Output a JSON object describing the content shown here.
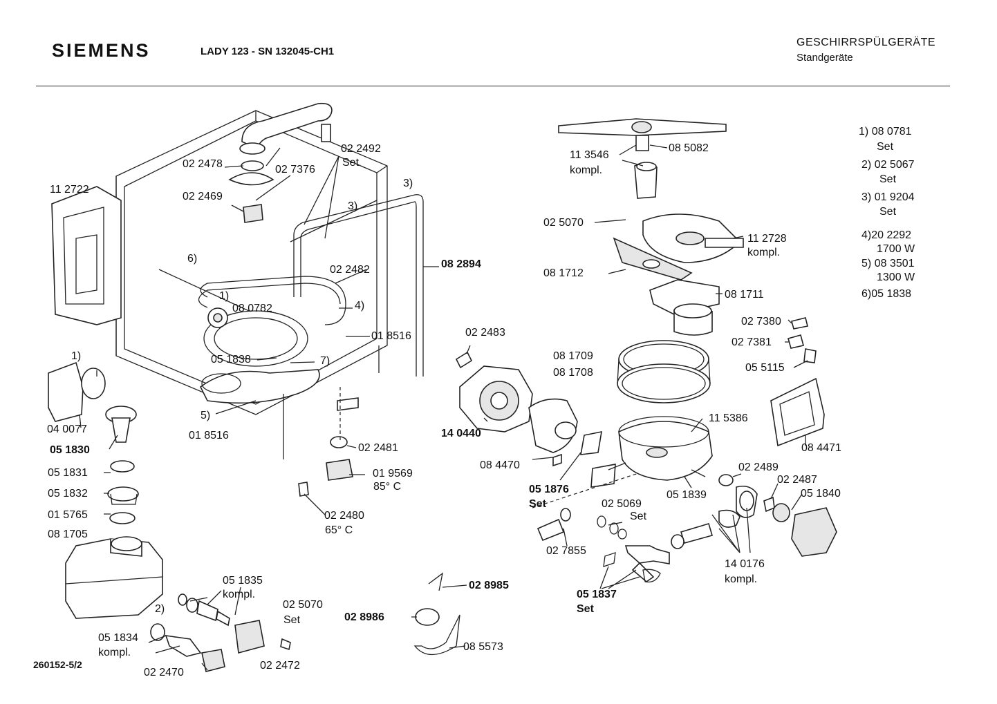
{
  "header": {
    "brand": "SIEMENS",
    "model": "LADY 123 - SN 132045-CH1",
    "category": "GESCHIRRSPÜLGERÄTE",
    "subcategory": "Standgeräte"
  },
  "legend": [
    {
      "num": "1)",
      "code": "08 0781",
      "note": "Set"
    },
    {
      "num": "2)",
      "code": "02 5067",
      "note": "Set"
    },
    {
      "num": "3)",
      "code": "01 9204",
      "note": "Set"
    },
    {
      "num": "4)",
      "code": "20 2292",
      "note": "1700 W"
    },
    {
      "num": "5)",
      "code": "08 3501",
      "note": "1300 W"
    },
    {
      "num": "6)",
      "code": "05 1838",
      "note": ""
    }
  ],
  "labels": {
    "l_112722": "11 2722",
    "l_022478": "02 2478",
    "l_022469": "02 2469",
    "l_027376": "02 7376",
    "l_022492": "02 2492",
    "l_set_022492": "Set",
    "l_3a": "3)",
    "l_3b": "3)",
    "l_6": "6)",
    "l_082894": "08 2894",
    "l_022482": "02 2482",
    "l_1a": "1)",
    "l_080782": "08 0782",
    "l_4": "4)",
    "l_018516a": "01 8516",
    "l_051838": "05 1838",
    "l_7": "7)",
    "l_5": "5)",
    "l_018516b": "01 8516",
    "l_1b": "1)",
    "l_040077": "04 0077",
    "l_051830": "05 1830",
    "l_051831": "05 1831",
    "l_051832": "05 1832",
    "l_015765": "01 5765",
    "l_081705": "08 1705",
    "l_022481": "02 2481",
    "l_019569": "01 9569",
    "l_85c": "85° C",
    "l_022480": "02 2480",
    "l_65c": "65° C",
    "l_051835": "05 1835",
    "l_kompl_051835": "kompl.",
    "l_2": "2)",
    "l_025070b": "02 5070",
    "l_set_025070b": "Set",
    "l_051834": "05 1834",
    "l_kompl_051834": "kompl.",
    "l_022470": "02 2470",
    "l_022472": "02 2472",
    "l_028985": "02 8985",
    "l_028986": "02 8986",
    "l_085573": "08 5573",
    "l_022483": "02 2483",
    "l_140440": "14 0440",
    "l_084470": "08 4470",
    "l_051876": "05 1876",
    "l_set_051876": "Set",
    "l_113546": "11 3546",
    "l_kompl_113546": "kompl.",
    "l_085082": "08 5082",
    "l_025070a": "02 5070",
    "l_112728": "11 2728",
    "l_kompl_112728": "kompl.",
    "l_081712": "08 1712",
    "l_081711": "08 1711",
    "l_027380": "02 7380",
    "l_027381": "02 7381",
    "l_055115": "05 5115",
    "l_081709": "08 1709",
    "l_081708": "08 1708",
    "l_115386": "11 5386",
    "l_084471": "08 4471",
    "l_022489": "02 2489",
    "l_022487": "02 2487",
    "l_051840": "05 1840",
    "l_051839": "05 1839",
    "l_025069": "02 5069",
    "l_set_025069": "Set",
    "l_027855": "02 7855",
    "l_140176": "14 0176",
    "l_kompl_140176": "kompl.",
    "l_051837": "05 1837",
    "l_set_051837": "Set"
  },
  "doc_id": "260152-5/2"
}
